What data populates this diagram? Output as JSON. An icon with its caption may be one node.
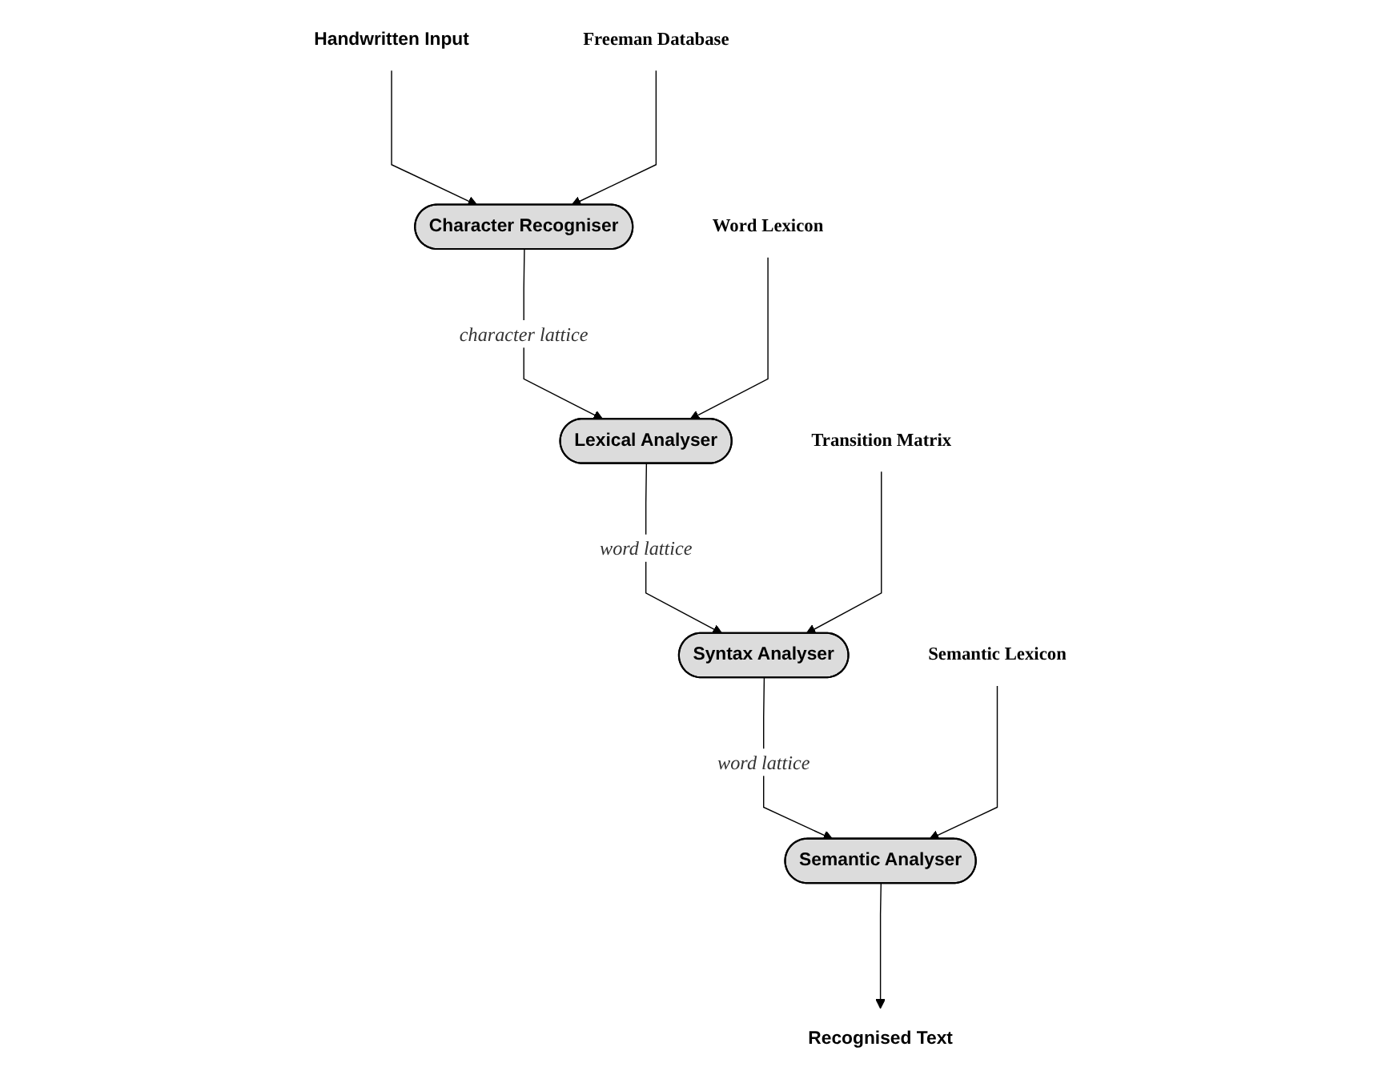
{
  "diagram": {
    "nodes": [
      {
        "text": [
          "Handwritten Input"
        ]
      },
      {
        "text": [
          "Freeman Database"
        ]
      },
      {
        "text": [
          "Character Recogniser"
        ]
      },
      {
        "text": [
          "Word Lexicon"
        ]
      },
      {
        "text": [
          "Lexical Analyser"
        ]
      },
      {
        "text": [
          "Transition Matrix"
        ]
      },
      {
        "text": [
          "Syntax Analyser"
        ]
      },
      {
        "text": [
          "Semantic Lexicon"
        ]
      },
      {
        "text": [
          "Semantic Analyser"
        ]
      },
      {
        "text": [
          "Recognised Text"
        ]
      }
    ],
    "edges": [
      {
        "from": 0,
        "to": 2,
        "arrow": "to"
      },
      {
        "from": 1,
        "to": 2,
        "arrow": "to"
      },
      {
        "from": 2,
        "to": 4,
        "arrow": "to",
        "label": "character lattice"
      },
      {
        "from": 3,
        "to": 4,
        "arrow": "to"
      },
      {
        "from": 4,
        "to": 6,
        "arrow": "to",
        "label": "word lattice"
      },
      {
        "from": 5,
        "to": 6,
        "arrow": "to"
      },
      {
        "from": 6,
        "to": 8,
        "arrow": "to",
        "label": "word lattice"
      },
      {
        "from": 7,
        "to": 8,
        "arrow": "to"
      },
      {
        "from": 8,
        "to": 9,
        "arrow": "to"
      }
    ]
  }
}
